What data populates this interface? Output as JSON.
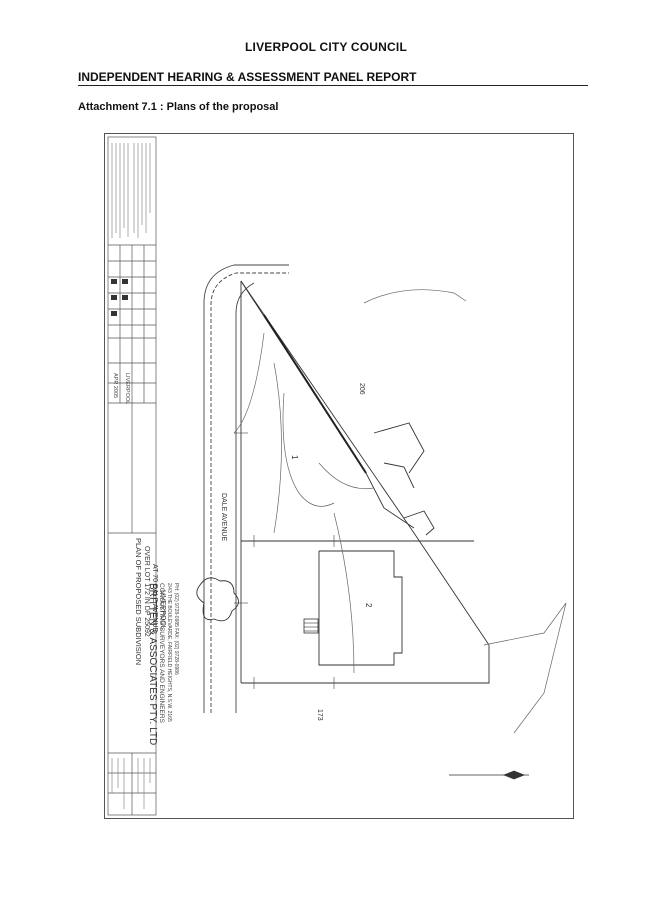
{
  "header": {
    "council": "LIVERPOOL CITY COUNCIL",
    "report_title": "INDEPENDENT HEARING & ASSESSMENT PANEL REPORT",
    "attachment": "Attachment 7.1 : Plans of the proposal"
  },
  "plan": {
    "title_lines": [
      "PLAN OF PROPOSED SUBDIVISION",
      "OVER LOT 172 IN DP 25092",
      "AT 70 DALE AVENUE,",
      "LIVERPOOL"
    ],
    "firm_lines": [
      "BRITTEN & ASSOCIATES PTY. LTD",
      "CONSULTING SURVEYORS AND ENGINEERS",
      "2/43 THE BOULEVARDE, FAIRFIELD HEIGHTS, N.S.W. 2165",
      "PH: (02) 9728-0985  FAX: (02) 9728-0986"
    ],
    "street_name": "DALE AVENUE",
    "lot_labels": [
      "1",
      "2",
      "206",
      "173"
    ],
    "council_label": "LIVERPOOL",
    "date_label": "APR 2005"
  }
}
